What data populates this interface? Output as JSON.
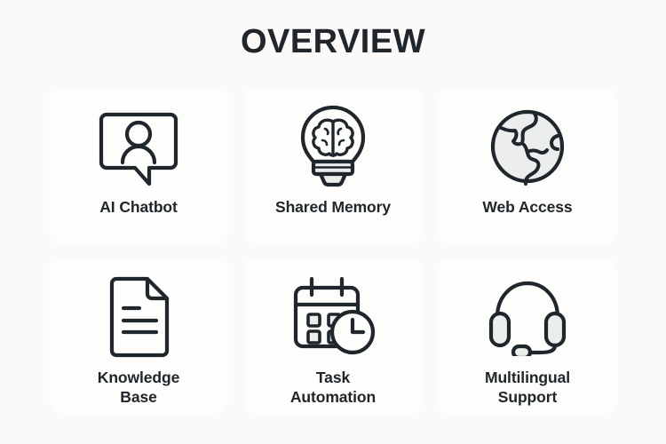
{
  "header": {
    "title": "OVERVIEW"
  },
  "colors": {
    "page_background": "#fbfaf8",
    "card_background": "#fdfdfc",
    "text": "#20262b",
    "icon_stroke": "#1f262c",
    "icon_fill": "#eceded"
  },
  "cards": [
    {
      "id": "ai-chatbot",
      "label": "AI Chatbot",
      "icon": "chat-bubble-user-icon"
    },
    {
      "id": "shared-memory",
      "label": "Shared Memory",
      "icon": "lightbulb-brain-icon"
    },
    {
      "id": "web-access",
      "label": "Web Access",
      "icon": "globe-icon"
    },
    {
      "id": "knowledge-base",
      "label": "Knowledge\nBase",
      "icon": "document-lines-icon"
    },
    {
      "id": "task-automation",
      "label": "Task\nAutomation",
      "icon": "calendar-clock-icon"
    },
    {
      "id": "multilingual-support",
      "label": "Multilingual\nSupport",
      "icon": "headset-icon"
    }
  ]
}
